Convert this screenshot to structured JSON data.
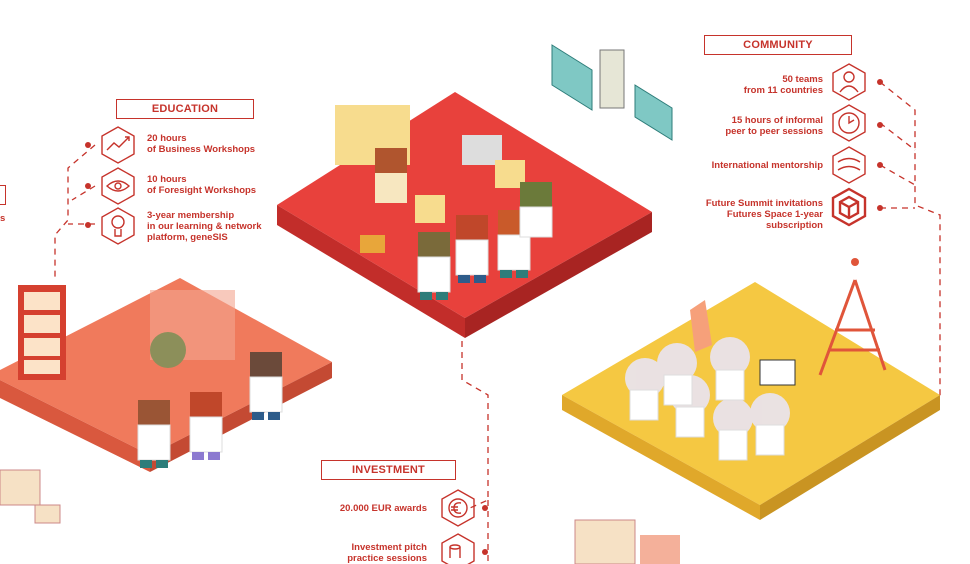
{
  "sections": {
    "education": {
      "title": "EDUCATION",
      "items": [
        {
          "line1": "20 hours",
          "line2": "of Business Workshops",
          "icon": "chart-trend-icon"
        },
        {
          "line1": "10 hours",
          "line2": "of Foresight Workshops",
          "icon": "eye-icon"
        },
        {
          "line1": "3-year membership",
          "line2": "in our learning & network",
          "line3": "platform, geneSIS",
          "icon": "lightbulb-icon"
        }
      ]
    },
    "community": {
      "title": "COMMUNITY",
      "items": [
        {
          "line1": "50 teams",
          "line2": "from 11 countries",
          "icon": "person-icon"
        },
        {
          "line1": "15 hours of informal",
          "line2": "peer to peer sessions",
          "icon": "clock-icon"
        },
        {
          "line1": "International mentorship",
          "icon": "mentorship-icon"
        },
        {
          "line1": "Future Summit invitations",
          "line2": "Futures Space 1-year",
          "line3": "subscription",
          "icon": "cube-icon"
        }
      ]
    },
    "investment": {
      "title": "INVESTMENT",
      "items": [
        {
          "line1": "20.000 EUR awards",
          "icon": "euro-icon"
        },
        {
          "line1": "Investment pitch",
          "line2": "practice sessions",
          "icon": "coins-icon"
        }
      ]
    },
    "cropped_left": {
      "text": "s"
    }
  },
  "colors": {
    "accent": "#c6332b",
    "red_platform": "#e8413c",
    "orange_platform": "#f07a5c",
    "yellow_platform": "#f5c842"
  }
}
